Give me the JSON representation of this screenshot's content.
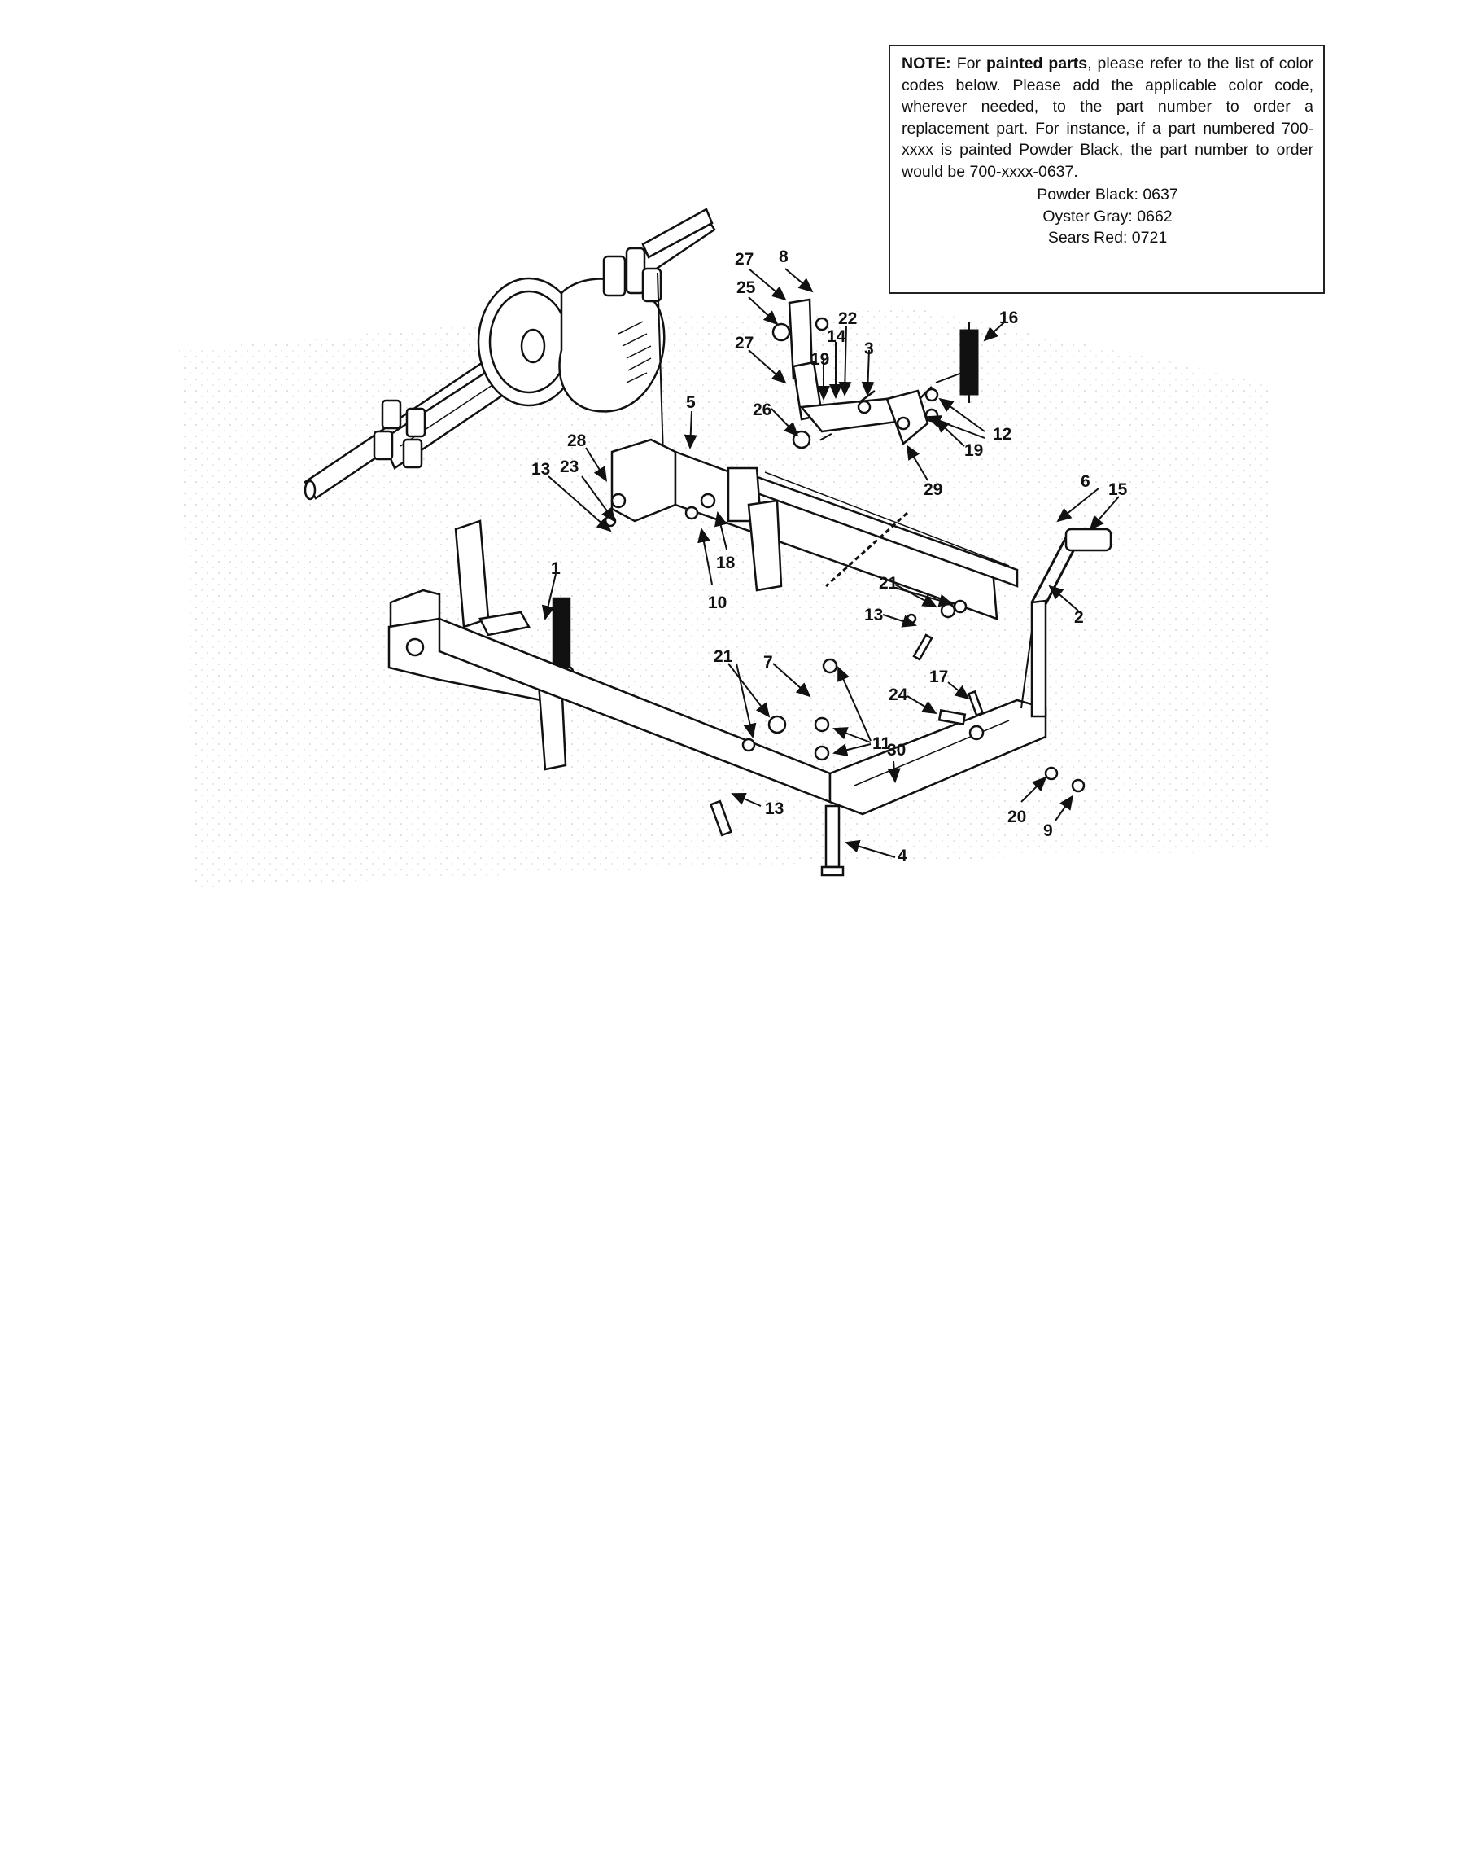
{
  "note": {
    "label": "NOTE:",
    "pre": "For",
    "emphasis": "painted parts",
    "body": ", please refer to the list of color codes below.  Please add the applicable color code, wherever needed, to the part number to order a replacement part.  For instance, if a part numbered 700-xxxx is painted Powder Black, the part number to order would be 700-xxxx-0637.",
    "color_codes": [
      "Powder Black: 0637",
      "Oyster Gray: 0662",
      "Sears Red: 0721"
    ]
  },
  "callouts": [
    {
      "id": "c27a",
      "label": "27"
    },
    {
      "id": "c8",
      "label": "8"
    },
    {
      "id": "c25",
      "label": "25"
    },
    {
      "id": "c22",
      "label": "22"
    },
    {
      "id": "c14",
      "label": "14"
    },
    {
      "id": "c16",
      "label": "16"
    },
    {
      "id": "c27b",
      "label": "27"
    },
    {
      "id": "c19a",
      "label": "19"
    },
    {
      "id": "c3",
      "label": "3"
    },
    {
      "id": "c5",
      "label": "5"
    },
    {
      "id": "c26",
      "label": "26"
    },
    {
      "id": "c12",
      "label": "12"
    },
    {
      "id": "c19b",
      "label": "19"
    },
    {
      "id": "c28",
      "label": "28"
    },
    {
      "id": "c29",
      "label": "29"
    },
    {
      "id": "c13a",
      "label": "13"
    },
    {
      "id": "c23",
      "label": "23"
    },
    {
      "id": "c6",
      "label": "6"
    },
    {
      "id": "c15",
      "label": "15"
    },
    {
      "id": "c18",
      "label": "18"
    },
    {
      "id": "c10",
      "label": "10"
    },
    {
      "id": "c1",
      "label": "1"
    },
    {
      "id": "c21a",
      "label": "21"
    },
    {
      "id": "c13b",
      "label": "13"
    },
    {
      "id": "c2",
      "label": "2"
    },
    {
      "id": "c21b",
      "label": "21"
    },
    {
      "id": "c7",
      "label": "7"
    },
    {
      "id": "c17",
      "label": "17"
    },
    {
      "id": "c24",
      "label": "24"
    },
    {
      "id": "c11",
      "label": "11"
    },
    {
      "id": "c30",
      "label": "30"
    },
    {
      "id": "c13c",
      "label": "13"
    },
    {
      "id": "c20",
      "label": "20"
    },
    {
      "id": "c9",
      "label": "9"
    },
    {
      "id": "c4",
      "label": "4"
    }
  ]
}
